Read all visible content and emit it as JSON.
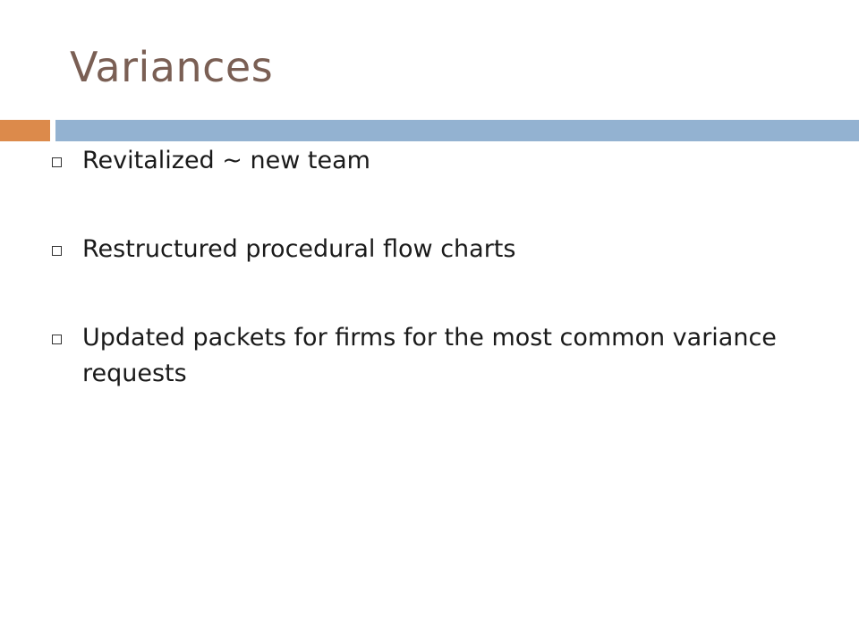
{
  "slide": {
    "title": "Variances",
    "colors": {
      "title": "#7a5f54",
      "accent_bar": "#dc8a4b",
      "main_bar": "#93b2d1",
      "text": "#1a1a1a"
    },
    "bullets": [
      {
        "text": "Revitalized ~ new team",
        "icon": "hollow-square-bullet-icon"
      },
      {
        "text": "Restructured procedural flow charts",
        "icon": "hollow-square-bullet-icon"
      },
      {
        "text": "Updated packets for firms for the most common variance requests",
        "icon": "hollow-square-bullet-icon"
      }
    ]
  }
}
